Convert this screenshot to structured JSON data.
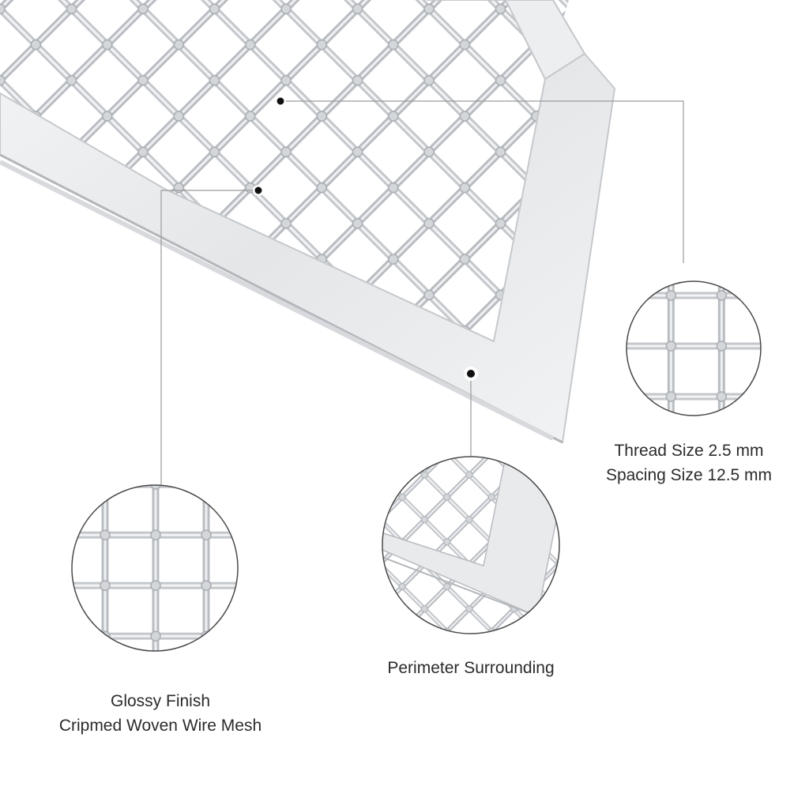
{
  "product": {
    "frame_color": "#e9eaec",
    "wire_color": "#c8cbcf",
    "leader_color": "#9a9a9a",
    "marker_color": "#111111"
  },
  "callouts": {
    "thread": {
      "line1": "Thread Size 2.5 mm",
      "line2": "Spacing Size 12.5 mm"
    },
    "perimeter": {
      "line1": "Perimeter Surrounding"
    },
    "finish": {
      "line1": "Glossy Finish",
      "line2": "Cripmed Woven Wire Mesh"
    }
  }
}
